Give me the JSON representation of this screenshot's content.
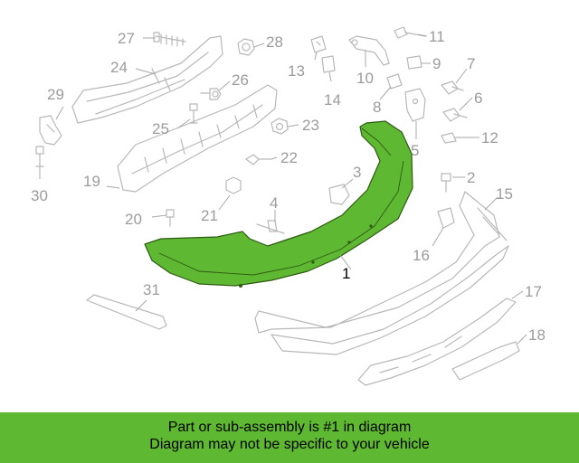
{
  "diagram": {
    "callouts": [
      {
        "number": "1",
        "highlighted": true
      },
      {
        "number": "2"
      },
      {
        "number": "3"
      },
      {
        "number": "4"
      },
      {
        "number": "5"
      },
      {
        "number": "6"
      },
      {
        "number": "7"
      },
      {
        "number": "8"
      },
      {
        "number": "9"
      },
      {
        "number": "10"
      },
      {
        "number": "11"
      },
      {
        "number": "12"
      },
      {
        "number": "13"
      },
      {
        "number": "14"
      },
      {
        "number": "15"
      },
      {
        "number": "16"
      },
      {
        "number": "17"
      },
      {
        "number": "18"
      },
      {
        "number": "19"
      },
      {
        "number": "20"
      },
      {
        "number": "21"
      },
      {
        "number": "22"
      },
      {
        "number": "23"
      },
      {
        "number": "24"
      },
      {
        "number": "25"
      },
      {
        "number": "26"
      },
      {
        "number": "27"
      },
      {
        "number": "28"
      },
      {
        "number": "29"
      },
      {
        "number": "30"
      },
      {
        "number": "31"
      }
    ],
    "colors": {
      "highlight_fill": "#5fb832",
      "highlight_stroke": "#2d5a12",
      "line_art": "#b8b8b8",
      "callout_text": "#9b9b9b"
    }
  },
  "banner": {
    "line1": "Part or sub-assembly is #1 in diagram",
    "line2": "Diagram may not be specific to your vehicle",
    "color": "#5fb832"
  }
}
